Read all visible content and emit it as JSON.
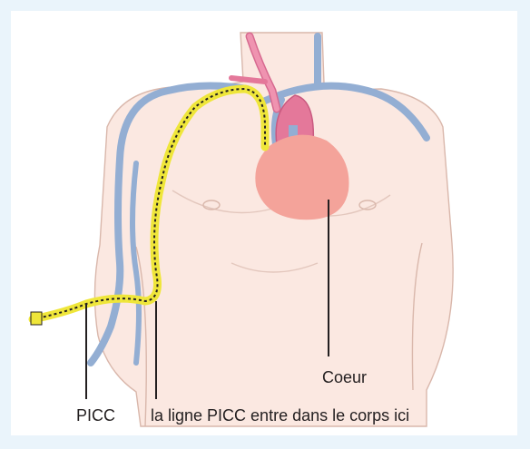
{
  "labels": {
    "picc": "PICC",
    "entry": "la ligne PICC entre dans le corps ici",
    "heart": "Coeur"
  },
  "colors": {
    "background": "#eaf4fb",
    "skin": "#fbe8e1",
    "skin_outline": "#d9b7ab",
    "vein": "#93aed3",
    "artery": "#e4789a",
    "heart": "#f4a39a",
    "catheter": "#efe63a",
    "catheter_stripe": "#231f20",
    "pointer_line": "#231f20"
  }
}
